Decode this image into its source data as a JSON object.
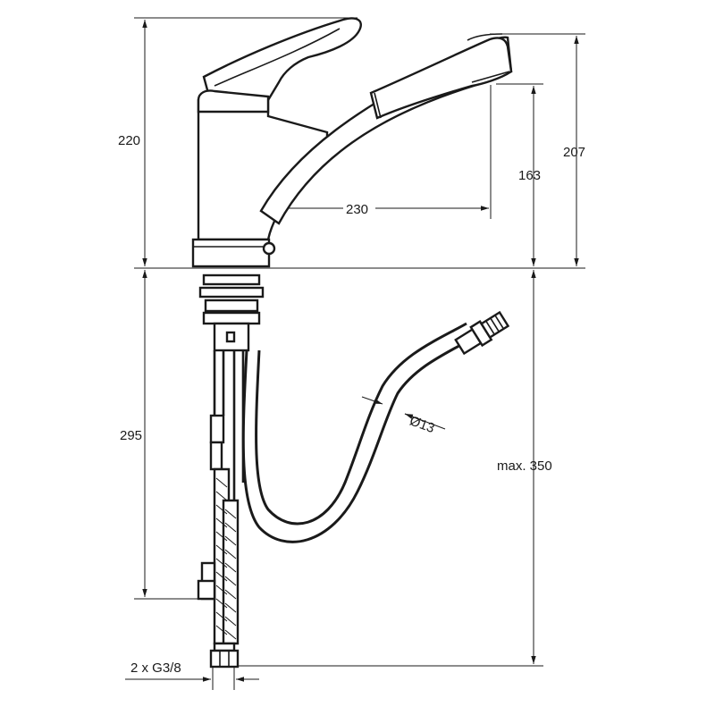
{
  "dimensions": {
    "height_total": "220",
    "height_spout_outer": "207",
    "height_spout": "163",
    "reach": "230",
    "under_counter": "295",
    "hose_length": "max. 350",
    "hose_diameter": "Ø13",
    "connections": "2 x G3/8"
  }
}
